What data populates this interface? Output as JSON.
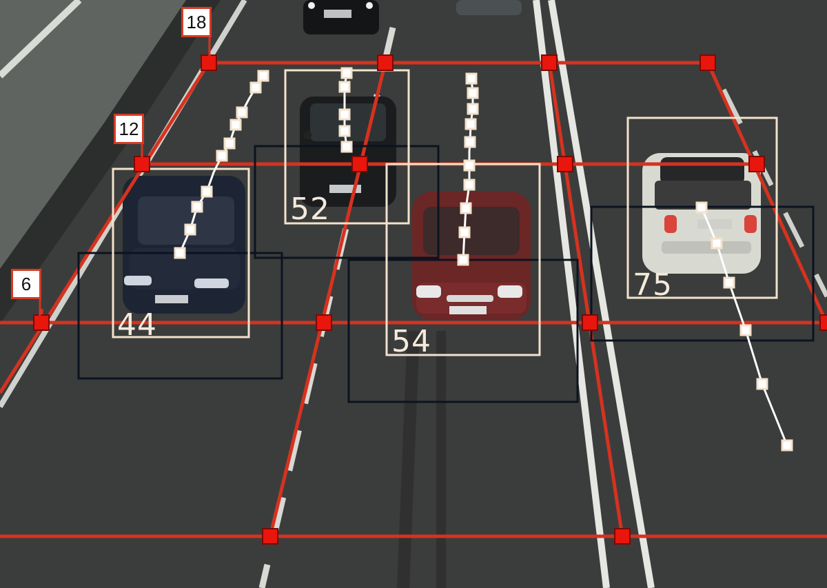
{
  "distance_markers": [
    {
      "label": "18"
    },
    {
      "label": "12"
    },
    {
      "label": "6"
    }
  ],
  "detections": [
    {
      "label": "52",
      "color": "#f3e2cc"
    },
    {
      "label": "44",
      "color": "#f3e2cc"
    },
    {
      "label": "54",
      "color": "#f3e2cc"
    },
    {
      "label": "75",
      "color": "#f3e2cc"
    }
  ],
  "colors": {
    "grid_line": "#d6321f",
    "grid_node": "#e8160c",
    "track": "#ffffff",
    "zone_box": "#0c1320",
    "road": "#3a3c3b",
    "lane_marking": "#e8e8e2"
  },
  "icons": {
    "grid_node": "red-square-node-icon",
    "track_point": "hollow-square-track-point-icon"
  }
}
